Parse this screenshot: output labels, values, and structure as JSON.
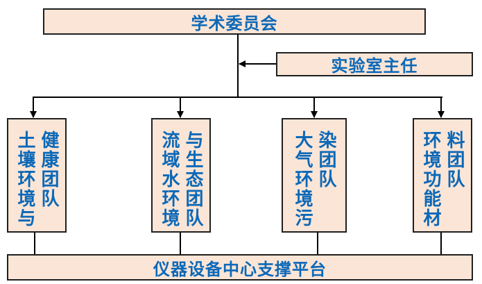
{
  "committee": "学术委员会",
  "director": "实验室主任",
  "teams": [
    {
      "col1": "土壤环境与",
      "col2": "健康团队"
    },
    {
      "col1": "流域水环境",
      "col2": "与生态团队"
    },
    {
      "col1": "大气环境污",
      "col2": "染团队"
    },
    {
      "col1": "环境功能材",
      "col2": "料团队"
    }
  ],
  "platform": "仪器设备中心支撑平台",
  "colors": {
    "box_fill": "#fbe5d6",
    "text": "#0b68b8",
    "line": "#000000"
  }
}
